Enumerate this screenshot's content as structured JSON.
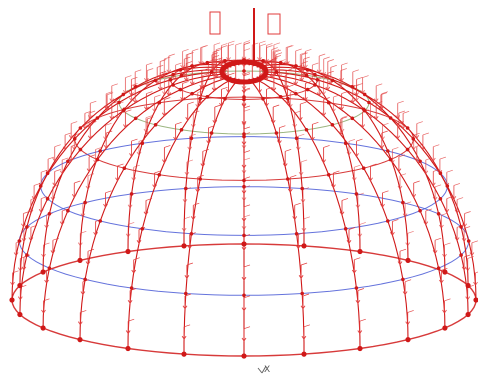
{
  "diagram": {
    "kind": "3d-dome-structural-model",
    "view": "perspective",
    "meridian_count": 24,
    "ring_count": 6,
    "load_arrows_per_segment": 2,
    "colors": {
      "background": "#ffffff",
      "members": "#d01818",
      "load_arrows": "#e23b3b",
      "rings_blue": "#4a5bd6",
      "ring_green": "#8aa86a",
      "nodes": "#d01818"
    }
  },
  "axis_triad": {
    "label": "X",
    "icon": "axis-triad-icon"
  }
}
